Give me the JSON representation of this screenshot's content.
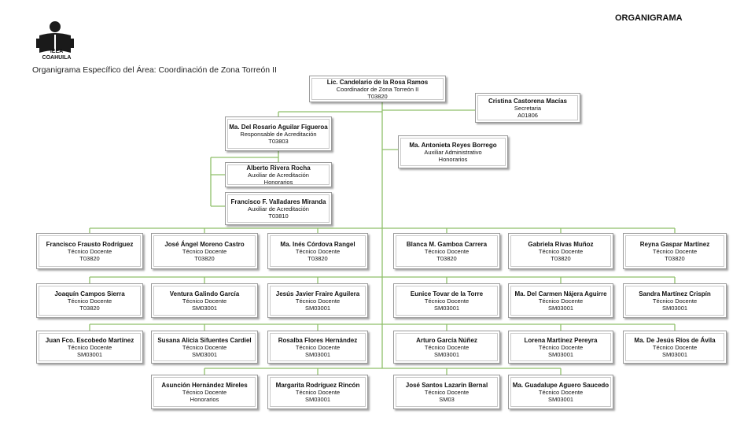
{
  "header": {
    "title": "ORGANIGRAMA",
    "logo_text_1": "IEEA",
    "logo_text_2": "COAHUILA",
    "subtitle": "Organigrama Específico del Área: Coordinación de Zona Torreón II"
  },
  "colors": {
    "connector": "#8fbf6a",
    "box_border": "#9a9a9a"
  },
  "boxes": [
    {
      "id": "b0",
      "name": "Lic. Candelario de la Rosa Ramos",
      "role": "Coordinador de Zona Torreón II",
      "code": "T03820"
    },
    {
      "id": "b1",
      "name": "Cristina Castorena Macías",
      "role": "Secretaria",
      "code": "A01806"
    },
    {
      "id": "b2",
      "name": "Ma. Del Rosario Aguilar Figueroa",
      "role": "Responsable de Acreditación",
      "code": "T03803"
    },
    {
      "id": "b3",
      "name": "Ma. Antonieta Reyes Borrego",
      "role": "Auxiliar Administrativo",
      "code": "Honorarios"
    },
    {
      "id": "b4",
      "name": "Alberto Rivera Rocha",
      "role": "Auxiliar de Acreditación",
      "code": "Honorarios"
    },
    {
      "id": "b5",
      "name": "Francisco F. Valladares Miranda",
      "role": "Auxiliar de Acreditación",
      "code": "T03810"
    },
    {
      "id": "c0r0",
      "name": "Francisco Frausto Rodríguez",
      "role": "Técnico Docente",
      "code": "T03820"
    },
    {
      "id": "c0r1",
      "name": "Joaquín Campos Sierra",
      "role": "Técnico Docente",
      "code": "T03820"
    },
    {
      "id": "c0r2",
      "name": "Juan Fco. Escobedo Martínez",
      "role": "Técnico Docente",
      "code": "SM03001"
    },
    {
      "id": "c1r0",
      "name": "José Ángel Moreno Castro",
      "role": "Técnico Docente",
      "code": "T03820"
    },
    {
      "id": "c1r1",
      "name": "Ventura Galindo García",
      "role": "Técnico Docente",
      "code": "SM03001"
    },
    {
      "id": "c1r2",
      "name": "Susana Alicia Sifuentes Cardiel",
      "role": "Técnico Docente",
      "code": "SM03001"
    },
    {
      "id": "c1r3",
      "name": "Asunción Hernández Mireles",
      "role": "Técnico Docente",
      "code": "Honorarios"
    },
    {
      "id": "c2r0",
      "name": "Ma. Inés Córdova Rangel",
      "role": "Técnico Docente",
      "code": "T03820"
    },
    {
      "id": "c2r1",
      "name": "Jesús Javier Fraire Aguilera",
      "role": "Técnico Docente",
      "code": "SM03001"
    },
    {
      "id": "c2r2",
      "name": "Rosalba Flores Hernández",
      "role": "Técnico Docente",
      "code": "SM03001"
    },
    {
      "id": "c2r3",
      "name": "Margarita Rodríguez Rincón",
      "role": "Técnico Docente",
      "code": "SM03001"
    },
    {
      "id": "c3r0",
      "name": "Blanca M. Gamboa Carrera",
      "role": "Técnico Docente",
      "code": "T03820"
    },
    {
      "id": "c3r1",
      "name": "Eunice Tovar de la Torre",
      "role": "Técnico Docente",
      "code": "SM03001"
    },
    {
      "id": "c3r2",
      "name": "Arturo García Núñez",
      "role": "Técnico Docente",
      "code": "SM03001"
    },
    {
      "id": "c3r3",
      "name": "José Santos Lazarín Bernal",
      "role": "Técnico Docente",
      "code": "SM03"
    },
    {
      "id": "c4r0",
      "name": "Gabriela Rivas Muñoz",
      "role": "Técnico Docente",
      "code": "T03820"
    },
    {
      "id": "c4r1",
      "name": "Ma. Del Carmen Nájera Aguirre",
      "role": "Técnico Docente",
      "code": "SM03001"
    },
    {
      "id": "c4r2",
      "name": "Lorena Martínez Pereyra",
      "role": "Técnico Docente",
      "code": "SM03001"
    },
    {
      "id": "c4r3",
      "name": "Ma. Guadalupe Aguero Saucedo",
      "role": "Técnico Docente",
      "code": "SM03001"
    },
    {
      "id": "c5r0",
      "name": "Reyna Gaspar Martínez",
      "role": "Técnico Docente",
      "code": "T03820"
    },
    {
      "id": "c5r1",
      "name": "Sandra Martínez Crispín",
      "role": "Técnico Docente",
      "code": "SM03001"
    },
    {
      "id": "c5r2",
      "name": "Ma. De Jesús Ríos de Ávila",
      "role": "Técnico Docente",
      "code": "SM03001"
    }
  ]
}
